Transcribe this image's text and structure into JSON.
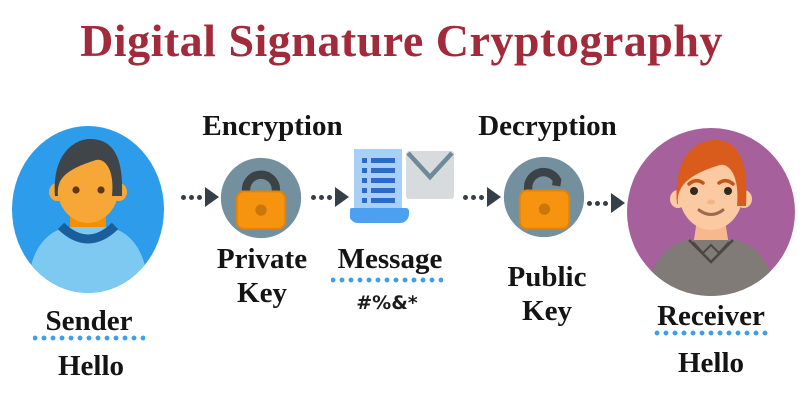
{
  "title": "Digital Signature Cryptography",
  "colors": {
    "title": "#A22A3A",
    "label_text": "#141414",
    "dotted_line": "#3D9FE9",
    "arrow": "#343F49",
    "sender_circle": "#2D9CEA",
    "receiver_circle": "#A6609C",
    "lock_circle": "#74909F",
    "lock_body": "#F6930F",
    "document_blue": "#A8CFF5",
    "envelope_gray": "#D7DBDE"
  },
  "flow": {
    "sender": {
      "label": "Sender",
      "message": "Hello"
    },
    "encryption": {
      "step_label": "Encryption",
      "key_label": "Private Key"
    },
    "message": {
      "label": "Message",
      "ciphertext": "#%&*"
    },
    "decryption": {
      "step_label": "Decryption",
      "key_label": "Public Key"
    },
    "receiver": {
      "label": "Receiver",
      "message": "Hello"
    }
  },
  "icons": [
    "sender-avatar-icon",
    "padlock-closed-icon",
    "message-document-envelope-icon",
    "padlock-open-icon",
    "receiver-avatar-icon",
    "dotted-arrow-icon"
  ]
}
